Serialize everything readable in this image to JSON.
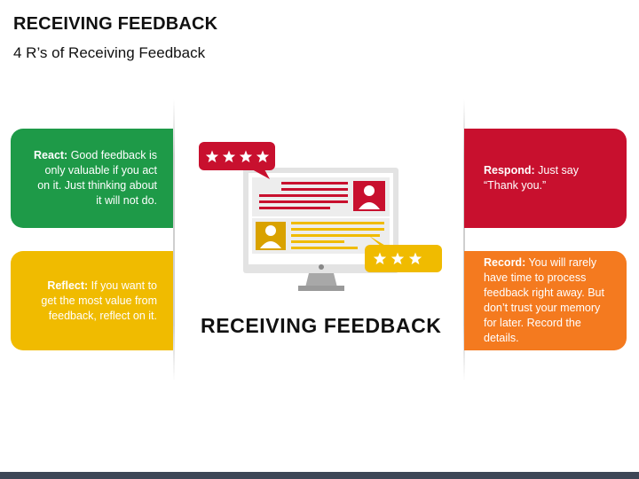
{
  "header": {
    "title": "RECEIVING FEEDBACK",
    "subtitle": "4 R’s of Receiving Feedback"
  },
  "center_label": "RECEIVING FEEDBACK",
  "cards": {
    "react": {
      "heading": "React:",
      "body": " Good feedback is only valuable if you act on it. Just thinking about it will not do.",
      "color": "#1e9a48"
    },
    "reflect": {
      "heading": "Reflect:",
      "body": " If you want to get the most value from feedback, reflect on it.",
      "color": "#f0bb00"
    },
    "respond": {
      "heading": "Respond:",
      "body": " Just say “Thank you.”",
      "color": "#c8102e"
    },
    "record": {
      "heading": "Record:",
      "body": " You will rarely have time to process feedback right away. But don’t trust your memory for later. Record the details.",
      "color": "#f47a1f"
    }
  },
  "illustration": {
    "top_bubble_rating": 4,
    "bottom_bubble_rating": 3,
    "colors": {
      "red": "#c8102e",
      "yellow": "#f0bb00",
      "monitor": "#e3e3e3",
      "stand": "#a8a8a8"
    }
  }
}
